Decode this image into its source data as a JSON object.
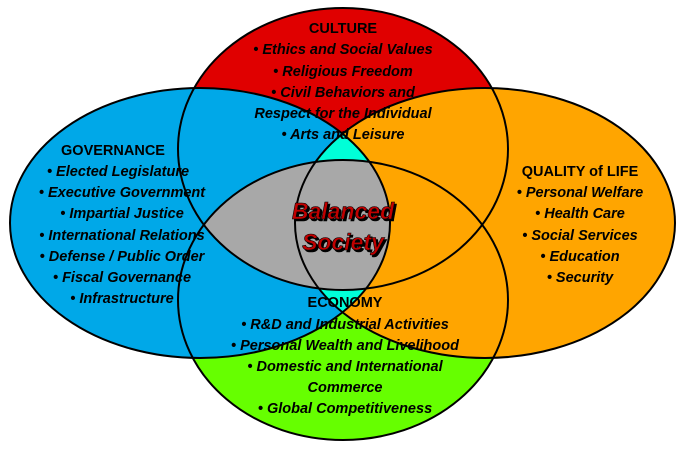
{
  "center": {
    "line1": "Balanced",
    "line2": "Society"
  },
  "culture": {
    "title": "CULTURE",
    "items": [
      "• Ethics and Social Values",
      "• Religious Freedom",
      "• Civil Behaviors and",
      "Respect for the Individual",
      "• Arts and Leisure"
    ]
  },
  "governance": {
    "title": "GOVERNANCE",
    "items": [
      "• Elected Legislature",
      "• Executive Government",
      "• Impartial Justice",
      "• International Relations",
      "• Defense / Public Order",
      "• Fiscal Governance",
      "• Infrastructure"
    ]
  },
  "quality_of_life": {
    "title": "QUALITY of LIFE",
    "items": [
      "• Personal Welfare",
      "• Health Care",
      "• Social Services",
      "• Education",
      "• Security"
    ]
  },
  "economy": {
    "title": "ECONOMY",
    "items": [
      "• R&D and Industrial Activities",
      "• Personal Wealth and Livelihood",
      "• Domestic and International",
      "Commerce",
      "• Global Competitiveness"
    ]
  },
  "colors": {
    "culture": "#e00000",
    "governance": "#00a8e8",
    "quality_of_life": "#ffa500",
    "economy": "#66ff00",
    "overlap": "#00ffd8",
    "center": "#a8a8a8"
  }
}
